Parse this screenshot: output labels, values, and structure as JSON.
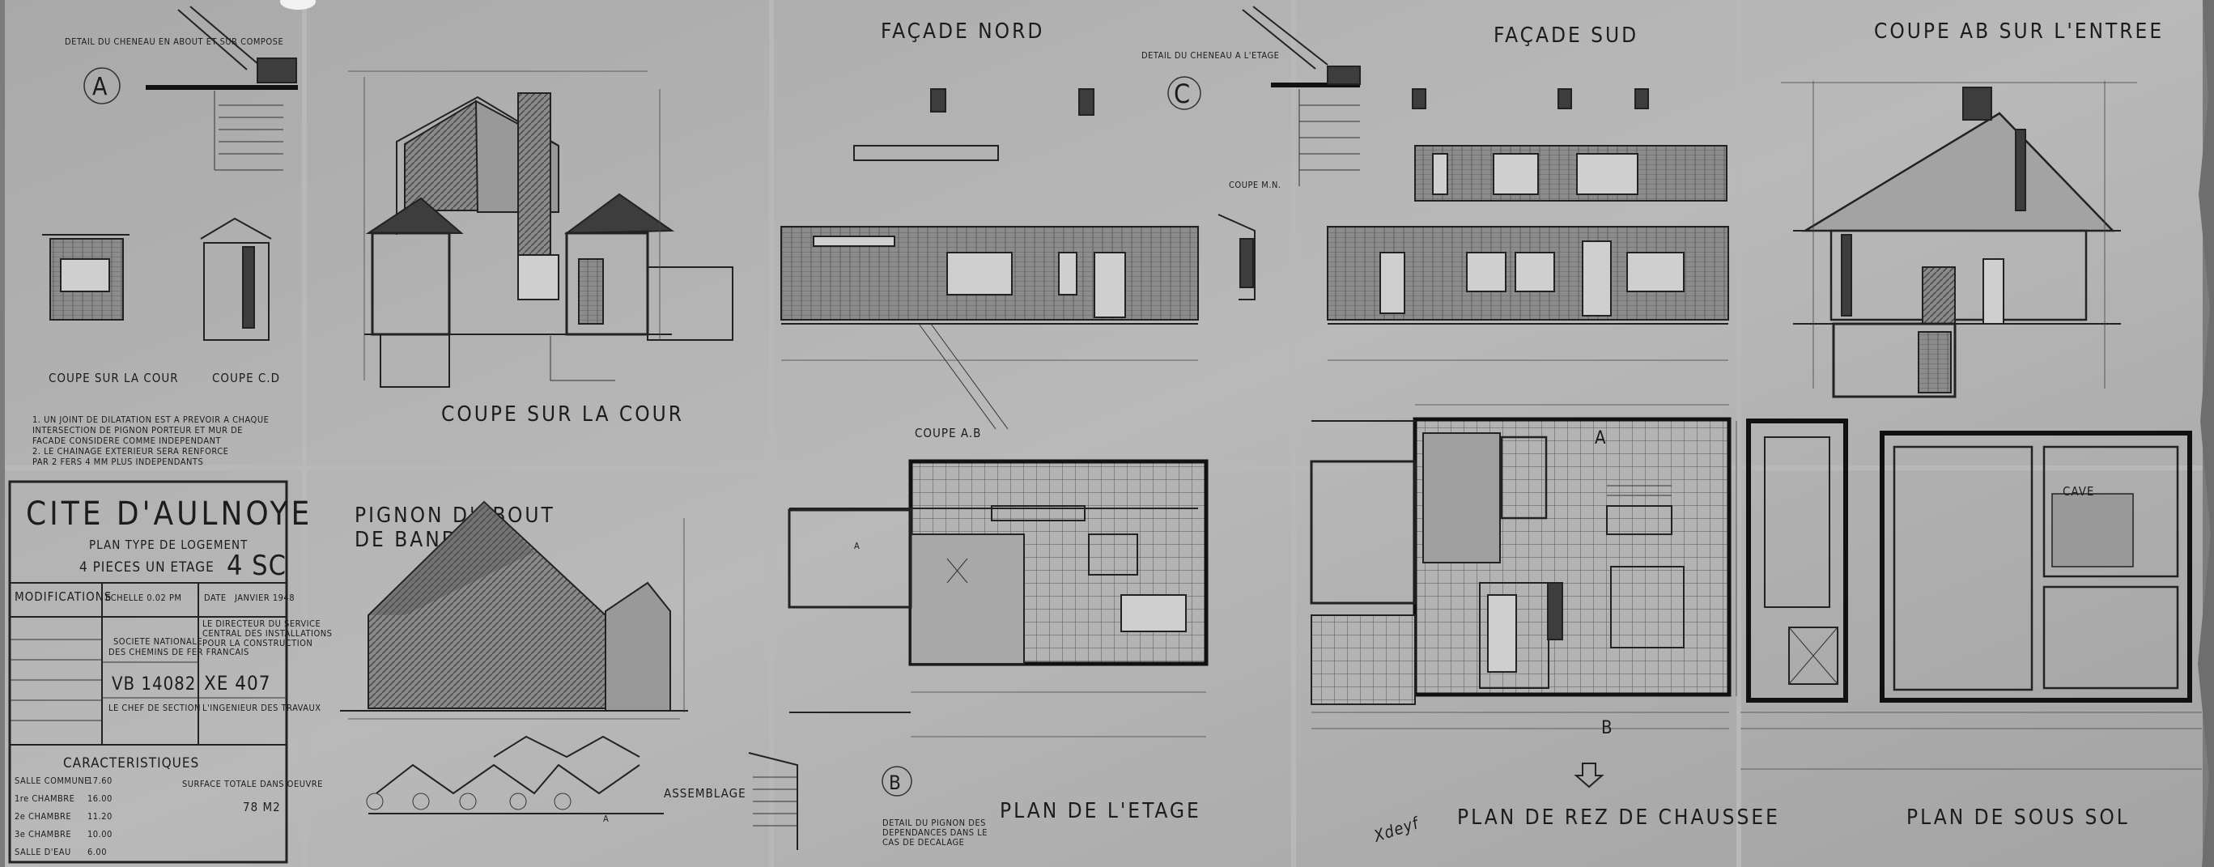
{
  "sheet": {
    "views": {
      "facade_nord": "FAÇADE NORD",
      "facade_sud": "FAÇADE SUD",
      "coupe_ab": "COUPE AB SUR L'ENTREE",
      "coupe_cour": "COUPE SUR LA COUR",
      "pignon": "PIGNON D'ABOUT DE BANDE",
      "plan_etage": "PLAN DE L'ETAGE",
      "plan_rdc": "PLAN DE REZ DE CHAUSSEE",
      "plan_sous_sol": "PLAN DE SOUS SOL",
      "coupe_ab_small": "COUPE A.B",
      "coupe_cour_small": "COUPE SUR LA COUR",
      "coupe_cd": "COUPE C.D",
      "assemblage": "ASSEMBLAGE",
      "coupe_mn": "COUPE M.N."
    },
    "notes": {
      "detail_cheneau_about": "DETAIL DU CHENEAU EN ABOUT ET SUR COMPOSE",
      "detail_cheneau_etage": "DETAIL DU CHENEAU A L'ETAGE",
      "detail_pignon": "DETAIL DU PIGNON DES DEPENDANCES DANS LE CAS DE DECALAGE",
      "joint_note": "1. UN JOINT DE DILATATION EST A PREVOIR A CHAQUE INTERSECTION DE PIGNON PORTEUR ET MUR DE FACADE CONSIDERE COMME INDEPENDANT 2. LE CHAINAGE EXTERIEUR SERA RENFORCE PAR 2 FERS 4 MM PLUS INDEPENDANTS",
      "cave": "CAVE"
    },
    "markers": {
      "a": "A",
      "b": "B",
      "c": "C"
    },
    "cartouche": {
      "cite": "CITE D'AULNOYE",
      "plan_type": "PLAN TYPE DE LOGEMENT",
      "pieces": "4 PIECES UN ETAGE",
      "code": "4 SC",
      "modifications": "MODIFICATIONS",
      "echelle": "ECHELLE 0.02 PM",
      "date_label": "DATE",
      "date_value": "JANVIER 1948",
      "societe": "SOCIETE NATIONALE DES CHEMINS DE FER FRANCAIS",
      "ref_vb": "VB 14082",
      "ref_xe": "XE 407",
      "directeur": "LE DIRECTEUR DU SERVICE CENTRAL DES INSTALLATIONS POUR LA CONSTRUCTION",
      "chef": "LE CHEF DE SECTION",
      "ingenieur": "L'INGENIEUR DES TRAVAUX",
      "caracteristiques": "CARACTERISTIQUES",
      "surface_label": "SURFACE TOTALE DANS OEUVRE",
      "surface_value": "78 M2",
      "rows": [
        {
          "label": "SALLE COMMUNE",
          "value": "17.60"
        },
        {
          "label": "1re CHAMBRE",
          "value": "16.00"
        },
        {
          "label": "2e CHAMBRE",
          "value": "11.20"
        },
        {
          "label": "3e CHAMBRE",
          "value": "10.00"
        },
        {
          "label": "SALLE D'EAU",
          "value": "6.00"
        }
      ]
    },
    "signature": "Xdeyf"
  }
}
